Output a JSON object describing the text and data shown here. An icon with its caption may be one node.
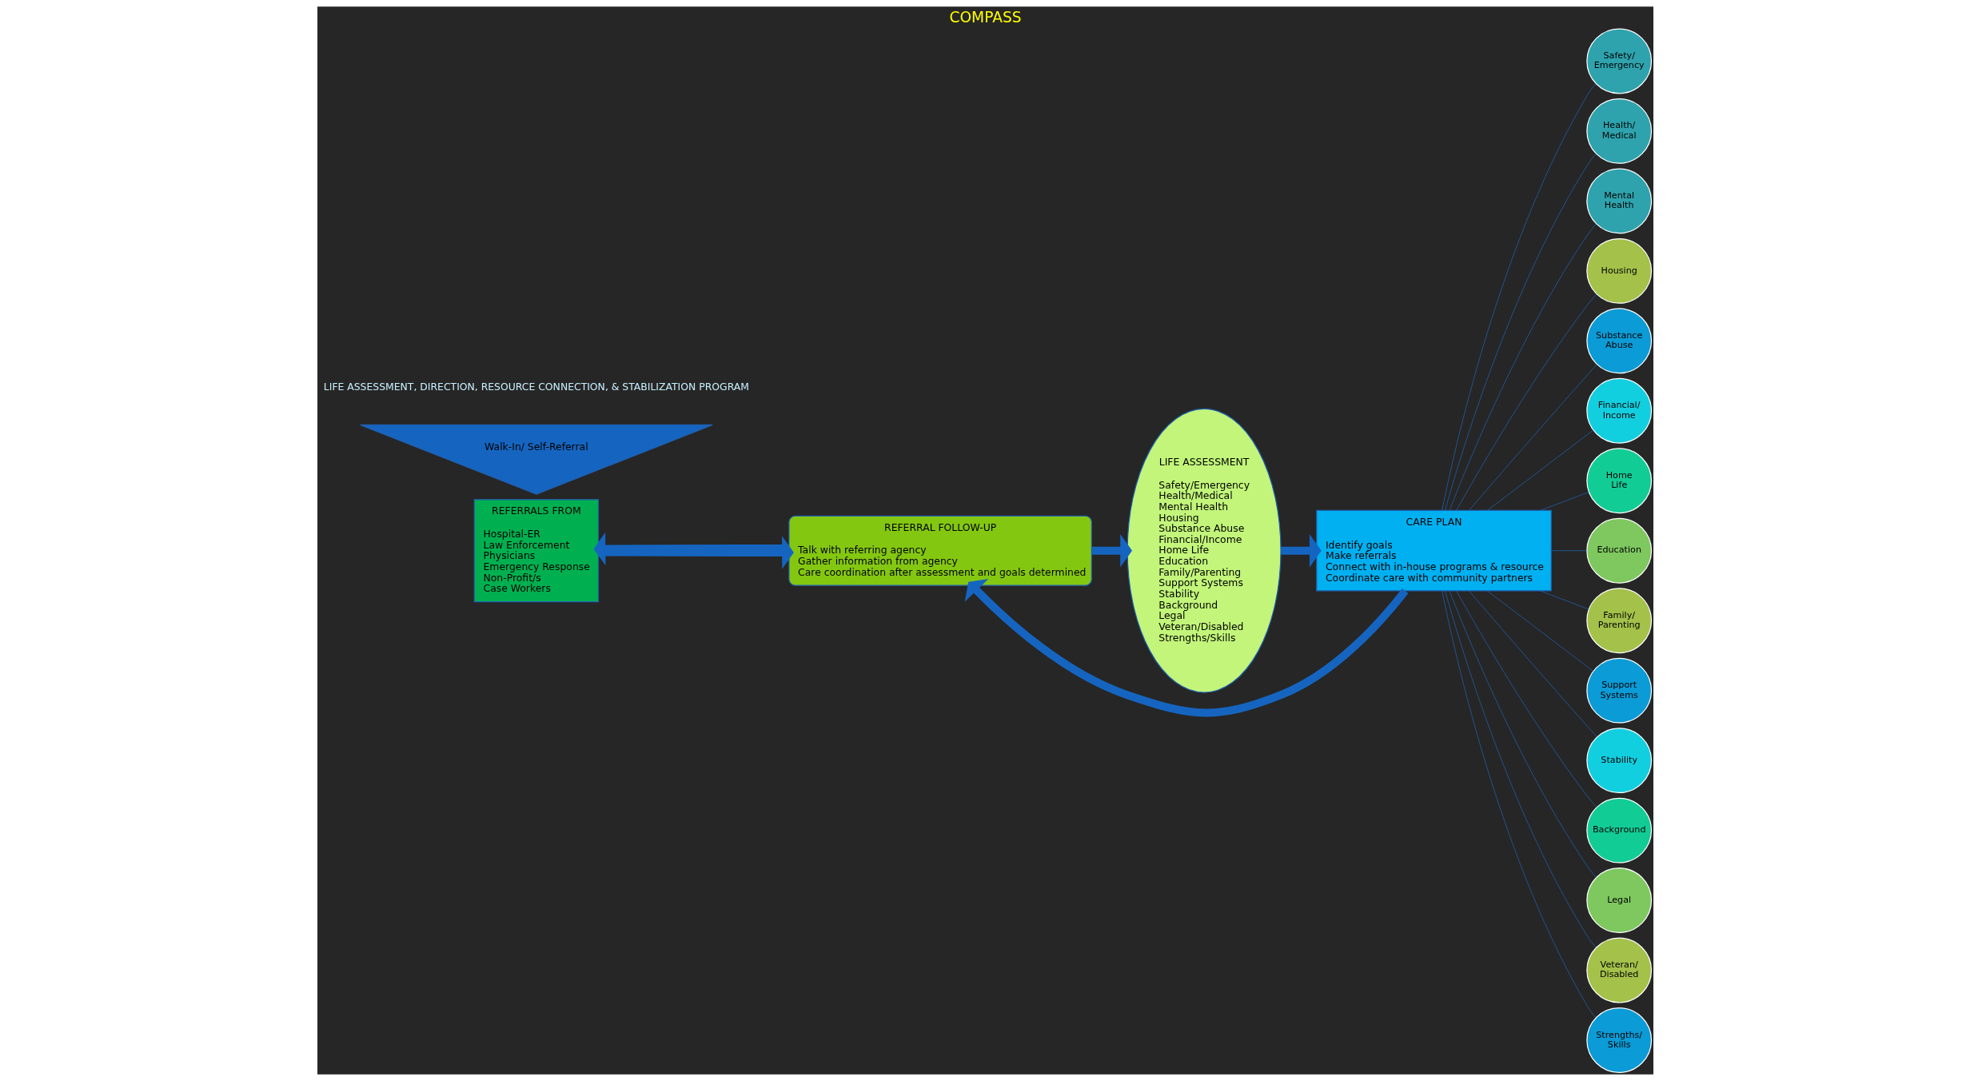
{
  "diagram": {
    "title": "COMPASS",
    "nodes": [
      {
        "text": [
          "REFERRALS FROM",
          "Hospital-ER",
          "Law Enforcement",
          "Physicians",
          "Emergency Response",
          "Non-Profit/s",
          "Case Workers"
        ]
      },
      {
        "text": [
          "REFERRAL FOLLOW-UP",
          "Talk with referring agency",
          "Gather information from agency",
          "Care coordination after assessment and goals determined"
        ]
      },
      {
        "text": [
          "LIFE ASSESSMENT",
          "Safety/Emergency",
          "Health/Medical",
          "Mental Health",
          "Housing",
          "Substance Abuse",
          "Financial/Income",
          "Home Life",
          "Education",
          "Family/Parenting",
          "Support Systems",
          "Stability",
          "Background",
          "Legal",
          "Veteran/Disabled",
          "Strengths/Skills"
        ]
      },
      {
        "text": [
          "CARE PLAN",
          "Identify goals",
          "Make referrals",
          "Connect with in-house programs & resource",
          "Coordinate care with community partners"
        ]
      },
      {
        "text": [
          "Walk-In/ Self-Referral"
        ]
      },
      {
        "text": [
          "Safety/ Emergency"
        ]
      },
      {
        "text": [
          "Health/ Medical"
        ]
      },
      {
        "text": [
          "Mental Health"
        ]
      },
      {
        "text": [
          "Housing"
        ]
      },
      {
        "text": [
          "Substance Abuse"
        ]
      },
      {
        "text": [
          "Financial/ Income"
        ]
      },
      {
        "text": [
          "Home Life"
        ]
      },
      {
        "text": [
          "Education"
        ]
      },
      {
        "text": [
          "Family/ Parenting"
        ]
      },
      {
        "text": [
          "Support Systems"
        ]
      },
      {
        "text": [
          "Stability"
        ]
      },
      {
        "text": [
          "Background"
        ]
      },
      {
        "text": [
          "Legal"
        ]
      },
      {
        "text": [
          "Veteran/ Disabled"
        ]
      },
      {
        "text": [
          "Strengths/ Skills"
        ]
      }
    ],
    "edges": [
      {
        "from": 0,
        "to": 1,
        "arrow": "to",
        "style": "thick"
      },
      {
        "from": 1,
        "to": 0,
        "arrow": "to",
        "style": "thick"
      },
      {
        "from": 1,
        "to": 2,
        "arrow": "to",
        "style": "thick"
      },
      {
        "from": 2,
        "to": 3,
        "arrow": "to",
        "style": "thick"
      },
      {
        "from": 3,
        "to": 1,
        "arrow": "to",
        "style": "thick"
      },
      {
        "from": 3,
        "to": 5,
        "arrow": "none"
      },
      {
        "from": 3,
        "to": 6,
        "arrow": "none"
      },
      {
        "from": 3,
        "to": 7,
        "arrow": "none"
      },
      {
        "from": 3,
        "to": 8,
        "arrow": "none"
      },
      {
        "from": 3,
        "to": 9,
        "arrow": "none"
      },
      {
        "from": 3,
        "to": 10,
        "arrow": "none"
      },
      {
        "from": 3,
        "to": 11,
        "arrow": "none"
      },
      {
        "from": 3,
        "to": 12,
        "arrow": "none"
      },
      {
        "from": 3,
        "to": 13,
        "arrow": "none"
      },
      {
        "from": 3,
        "to": 14,
        "arrow": "none"
      },
      {
        "from": 3,
        "to": 15,
        "arrow": "none"
      },
      {
        "from": 3,
        "to": 16,
        "arrow": "none"
      },
      {
        "from": 3,
        "to": 17,
        "arrow": "none"
      },
      {
        "from": 3,
        "to": 18,
        "arrow": "none"
      },
      {
        "from": 3,
        "to": 19,
        "arrow": "none"
      }
    ],
    "labels": [
      "LIFE ASSESSMENT, DIRECTION, RESOURCE CONNECTION, & STABILIZATION PROGRAM"
    ]
  }
}
